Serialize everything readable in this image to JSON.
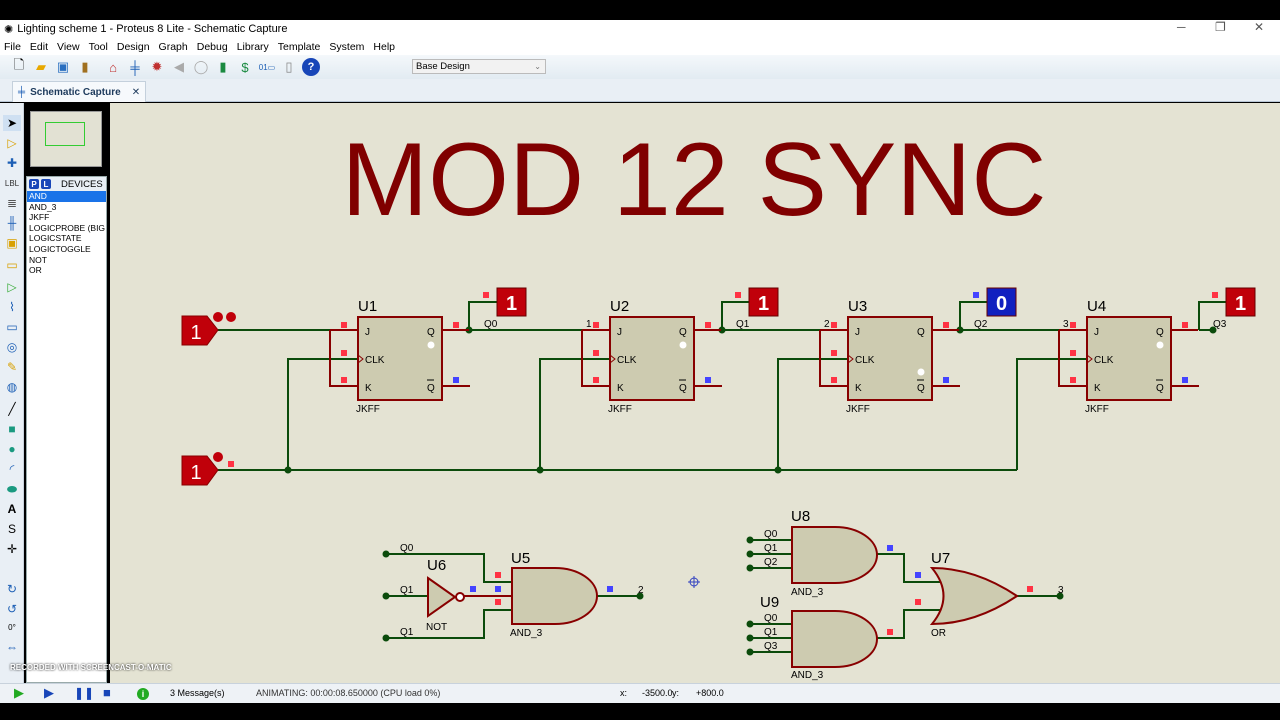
{
  "window": {
    "title": "Lighting scheme 1 - Proteus 8 Lite - Schematic Capture",
    "min": "─",
    "max": "❐",
    "close": "✕"
  },
  "menu": [
    "File",
    "Edit",
    "View",
    "Tool",
    "Design",
    "Graph",
    "Debug",
    "Library",
    "Template",
    "System",
    "Help"
  ],
  "toolbar": {
    "icons": [
      "new-file-icon",
      "open-folder-icon",
      "save-icon",
      "import-icon",
      "home-icon",
      "schematic-icon",
      "pcb-icon",
      "gerber-icon",
      "3d-viewer-icon",
      "bom-icon",
      "bill-icon",
      "design-explorer-icon",
      "notes-icon",
      "help-icon"
    ],
    "design_select": "Base Design"
  },
  "tab": {
    "label": "Schematic Capture",
    "close": "✕"
  },
  "devices": {
    "header": "DEVICES",
    "p": "P",
    "l": "L",
    "items": [
      "AND",
      "AND_3",
      "JKFF",
      "LOGICPROBE (BIG",
      "LOGICSTATE",
      "LOGICTOGGLE",
      "NOT",
      "OR"
    ],
    "selected": 0
  },
  "left_rotation": "0°",
  "schematic": {
    "title": "MOD 12 SYNC",
    "title_color": "#800000",
    "logic_states": [
      "1",
      "1"
    ],
    "flipflops": [
      {
        "ref": "U1",
        "type": "JKFF",
        "probe": "1",
        "probe_color": "#c0000a",
        "out": "Q0",
        "in": ""
      },
      {
        "ref": "U2",
        "type": "JKFF",
        "probe": "1",
        "probe_color": "#c0000a",
        "out": "Q1",
        "in": "1"
      },
      {
        "ref": "U3",
        "type": "JKFF",
        "probe": "0",
        "probe_color": "#1020c0",
        "out": "Q2",
        "in": "2"
      },
      {
        "ref": "U4",
        "type": "JKFF",
        "probe": "1",
        "probe_color": "#c0000a",
        "out": "Q3",
        "in": "3"
      }
    ],
    "pins": {
      "j": "J",
      "clk": "CLK",
      "k": "K",
      "q": "Q",
      "qbar": "Q"
    },
    "gates": {
      "u5": {
        "ref": "U5",
        "type": "AND_3",
        "out": "2"
      },
      "u6": {
        "ref": "U6",
        "type": "NOT"
      },
      "u7": {
        "ref": "U7",
        "type": "OR",
        "out": "3"
      },
      "u8": {
        "ref": "U8",
        "type": "AND_3"
      },
      "u9": {
        "ref": "U9",
        "type": "AND_3"
      },
      "labels": {
        "q0": "Q0",
        "q1a": "Q1",
        "q1b": "Q1",
        "u8": [
          "Q0",
          "Q1",
          "Q2"
        ],
        "u9": [
          "Q0",
          "Q1",
          "Q3"
        ]
      }
    }
  },
  "status": {
    "messages": "3 Message(s)",
    "animating": "ANIMATING: 00:00:08.650000 (CPU load 0%)",
    "x_label": "x:",
    "x": "-3500.0",
    "y_label": "y:",
    "y": "+800.0"
  },
  "watermark": "RECORDED WITH SCREENCAST-O-MATIC"
}
